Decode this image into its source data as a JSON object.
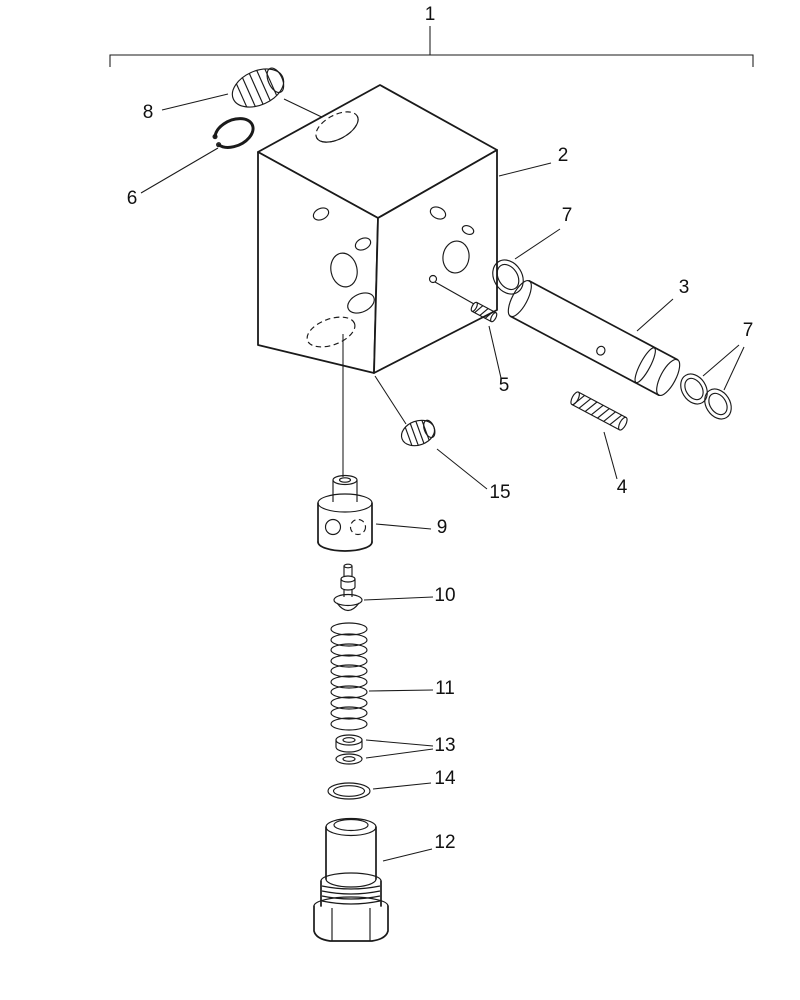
{
  "diagram": {
    "type": "exploded-parts-diagram",
    "subject": "valve-block-assembly",
    "colors": {
      "background": "#ffffff",
      "line": "#1a1a1a",
      "text": "#111111"
    },
    "callouts": {
      "n1": "1",
      "n2": "2",
      "n3": "3",
      "n4": "4",
      "n5": "5",
      "n6": "6",
      "n7": "7",
      "n8": "8",
      "n9": "9",
      "n10": "10",
      "n11": "11",
      "n12": "12",
      "n13": "13",
      "n14": "14",
      "n15": "15"
    }
  }
}
